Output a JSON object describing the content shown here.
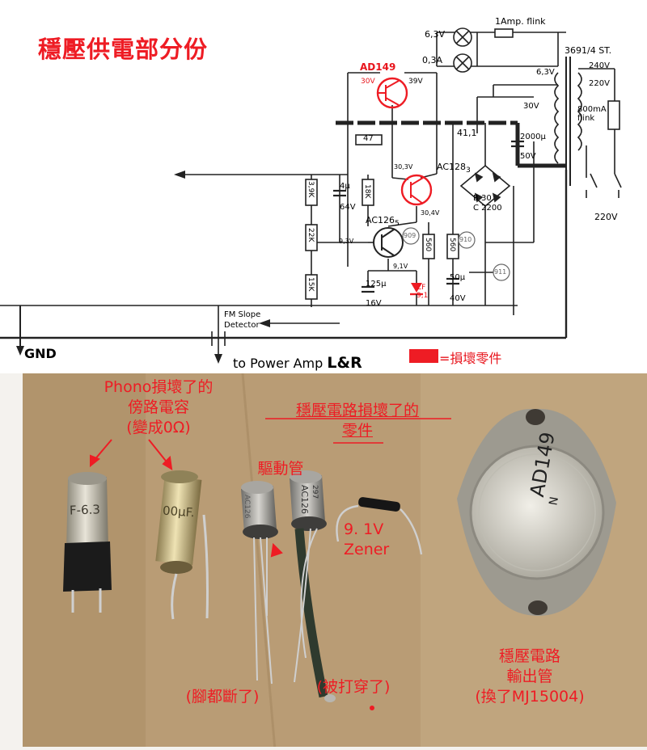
{
  "schematic": {
    "title": "穩壓供電部分份",
    "lamp_voltage": "6,3V",
    "lamp_current": "0,3A",
    "fuse_label": "1Amp. flink",
    "transformer_label": "3691/4 ST.",
    "transformer_taps": [
      "240V",
      "220V",
      "6,3V"
    ],
    "transformer_secondary": "30V",
    "fuse2_label": [
      "800mA",
      "flink"
    ],
    "mains_label": "220V",
    "transistor_output": "AD149",
    "t1_voltages": [
      "30V",
      "39V"
    ],
    "resistor_47": "47",
    "node_41": "41,1",
    "transistor_driver": "AC128",
    "driver_suffix": "3",
    "driver_voltage": "30,3V",
    "driver_emitter_voltage": "30,4V",
    "cap_2000": [
      "2000μ",
      "50V"
    ],
    "bridge": [
      "B 30",
      "C 2200"
    ],
    "resistors_left": [
      "3,9K",
      "22K",
      "15K"
    ],
    "cap_4u": [
      "4μ",
      "64V"
    ],
    "resistor_18k": "18K",
    "transistor_ctrl": "AC126",
    "ctrl_suffix": "5",
    "ctrl_base_voltage": "9,3V",
    "ctrl_emitter_voltage": "9,1V",
    "ref_909": "909",
    "ref_910": "910",
    "ref_911": "911",
    "resistors_560": [
      "560",
      "560"
    ],
    "cap_125": [
      "125μ",
      "16V"
    ],
    "zener": [
      "ZF",
      "9,1"
    ],
    "cap_50": [
      "50μ",
      "40V"
    ],
    "fm_label": [
      "FM Slope",
      "Detector"
    ],
    "gnd_label": "GND",
    "power_amp_label": "to Power Amp",
    "power_amp_suffix": "L&R",
    "legend_text": "=損壞零件",
    "damaged_color": "#ee1c24"
  },
  "photo": {
    "label_phono": [
      "Phono損壞了的",
      "傍路電容",
      "(變成0Ω)"
    ],
    "label_regulator": [
      "穩壓電路損壞了的",
      "零件"
    ],
    "label_driver": "驅動管",
    "label_zener": [
      "9. 1V",
      "Zener"
    ],
    "label_legs": "(腳都斷了)",
    "label_punctured": "(被打穿了)",
    "label_output": [
      "穩壓電路",
      "輸出管",
      "(換了MJ15004)"
    ],
    "cap1_marking": "F-6.3",
    "cap2_marking": "00μF.",
    "transistor_a_marking": "AC126",
    "transistor_b_marking": "AC126",
    "transistor_b_code": "297",
    "power_transistor_marking": [
      "AD149",
      "N"
    ]
  }
}
